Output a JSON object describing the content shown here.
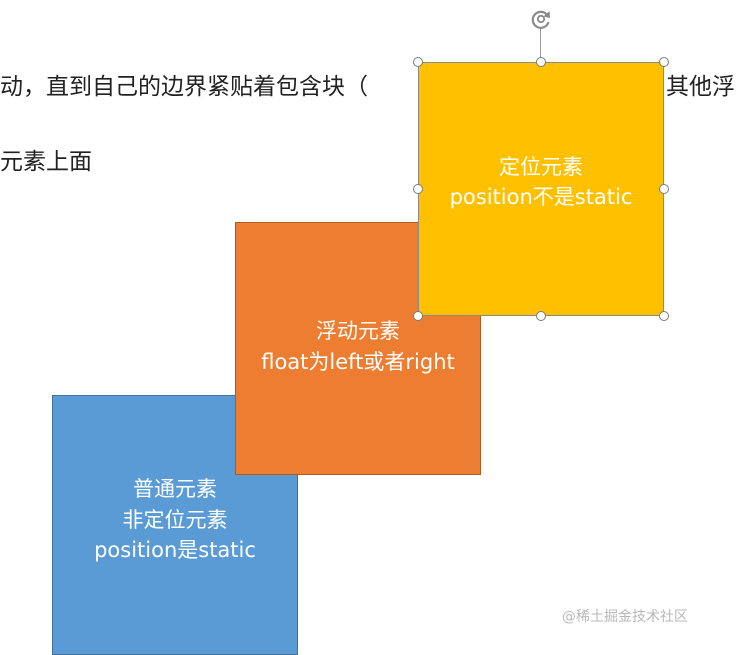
{
  "background_text": {
    "line1": "动，直到自己的边界紧贴着包含块（",
    "line1_tail": "其他浮",
    "line2": "元素上面"
  },
  "shapes": {
    "blue": {
      "color": "#5b9bd5",
      "lines": [
        "普通元素",
        "非定位元素",
        "position是static"
      ]
    },
    "orange": {
      "color": "#ed7d31",
      "lines": [
        "浮动元素",
        "float为left或者right"
      ]
    },
    "yellow": {
      "color": "#ffc000",
      "lines": [
        "定位元素",
        "position不是static"
      ],
      "selected": true
    }
  },
  "watermark": "@稀土掘金技术社区",
  "icons": {
    "rotate": "rotate-handle-icon",
    "resize": "resize-handle-icon"
  }
}
